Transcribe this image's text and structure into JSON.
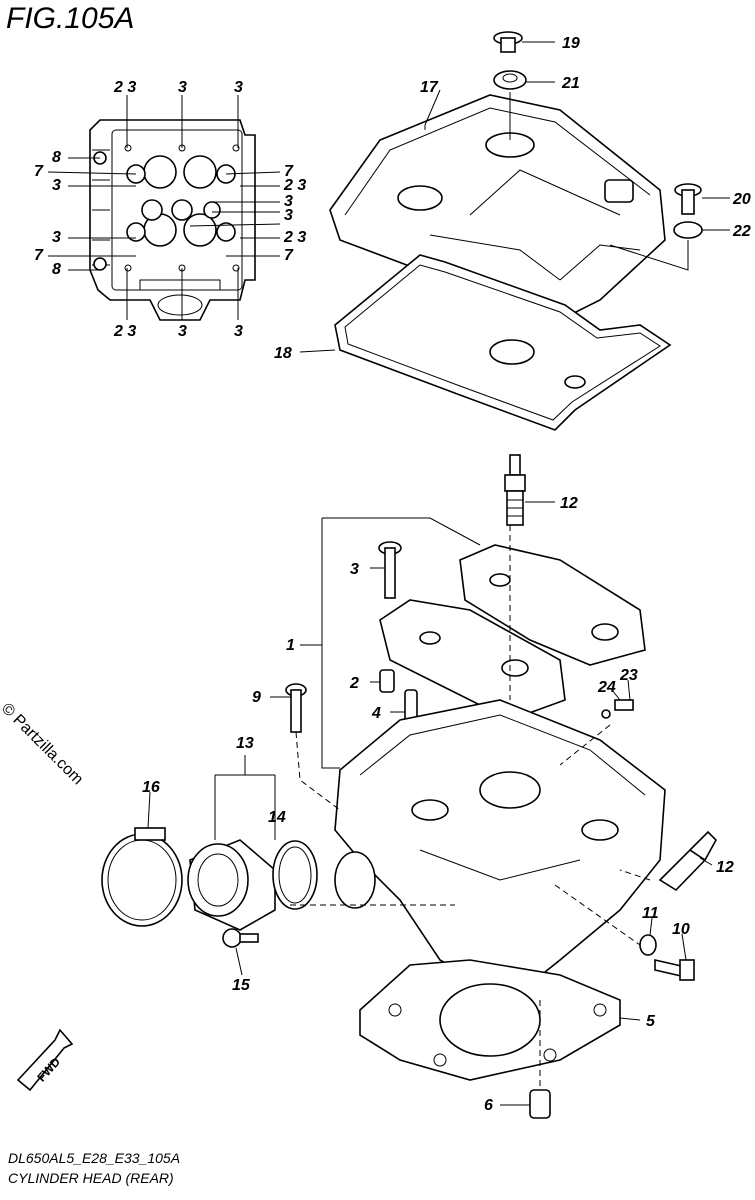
{
  "figure": {
    "title": "FIG.105A",
    "code": "DL650AL5_E28_E33_105A",
    "name": "CYLINDER HEAD (REAR)",
    "watermark": "© Partzilla.com",
    "fwd_label": "FWD"
  },
  "callouts": [
    {
      "id": "c19",
      "text": "19"
    },
    {
      "id": "c21",
      "text": "21"
    },
    {
      "id": "c17",
      "text": "17"
    },
    {
      "id": "c20",
      "text": "20"
    },
    {
      "id": "c22",
      "text": "22"
    },
    {
      "id": "c18",
      "text": "18"
    },
    {
      "id": "c12a",
      "text": "12"
    },
    {
      "id": "c3main",
      "text": "3"
    },
    {
      "id": "c1",
      "text": "1"
    },
    {
      "id": "c2",
      "text": "2"
    },
    {
      "id": "c4",
      "text": "4"
    },
    {
      "id": "c9",
      "text": "9"
    },
    {
      "id": "c23",
      "text": "23"
    },
    {
      "id": "c24",
      "text": "24"
    },
    {
      "id": "c13",
      "text": "13"
    },
    {
      "id": "c14",
      "text": "14"
    },
    {
      "id": "c16",
      "text": "16"
    },
    {
      "id": "c12b",
      "text": "12"
    },
    {
      "id": "c11",
      "text": "11"
    },
    {
      "id": "c10",
      "text": "10"
    },
    {
      "id": "c15",
      "text": "15"
    },
    {
      "id": "c5",
      "text": "5"
    },
    {
      "id": "c6",
      "text": "6"
    }
  ],
  "inset_callouts": [
    {
      "id": "i1",
      "text": "2 3"
    },
    {
      "id": "i2",
      "text": "3"
    },
    {
      "id": "i3",
      "text": "3"
    },
    {
      "id": "i4",
      "text": "8"
    },
    {
      "id": "i5",
      "text": "7"
    },
    {
      "id": "i6",
      "text": "7"
    },
    {
      "id": "i7",
      "text": "3"
    },
    {
      "id": "i8",
      "text": "2 3"
    },
    {
      "id": "i9",
      "text": "3"
    },
    {
      "id": "i10",
      "text": "3"
    },
    {
      "id": "i11",
      "text": "3"
    },
    {
      "id": "i12",
      "text": "2 3"
    },
    {
      "id": "i13",
      "text": "7"
    },
    {
      "id": "i14",
      "text": "7"
    },
    {
      "id": "i15",
      "text": "8"
    },
    {
      "id": "i16",
      "text": "2 3"
    },
    {
      "id": "i17",
      "text": "3"
    },
    {
      "id": "i18",
      "text": "3"
    }
  ]
}
